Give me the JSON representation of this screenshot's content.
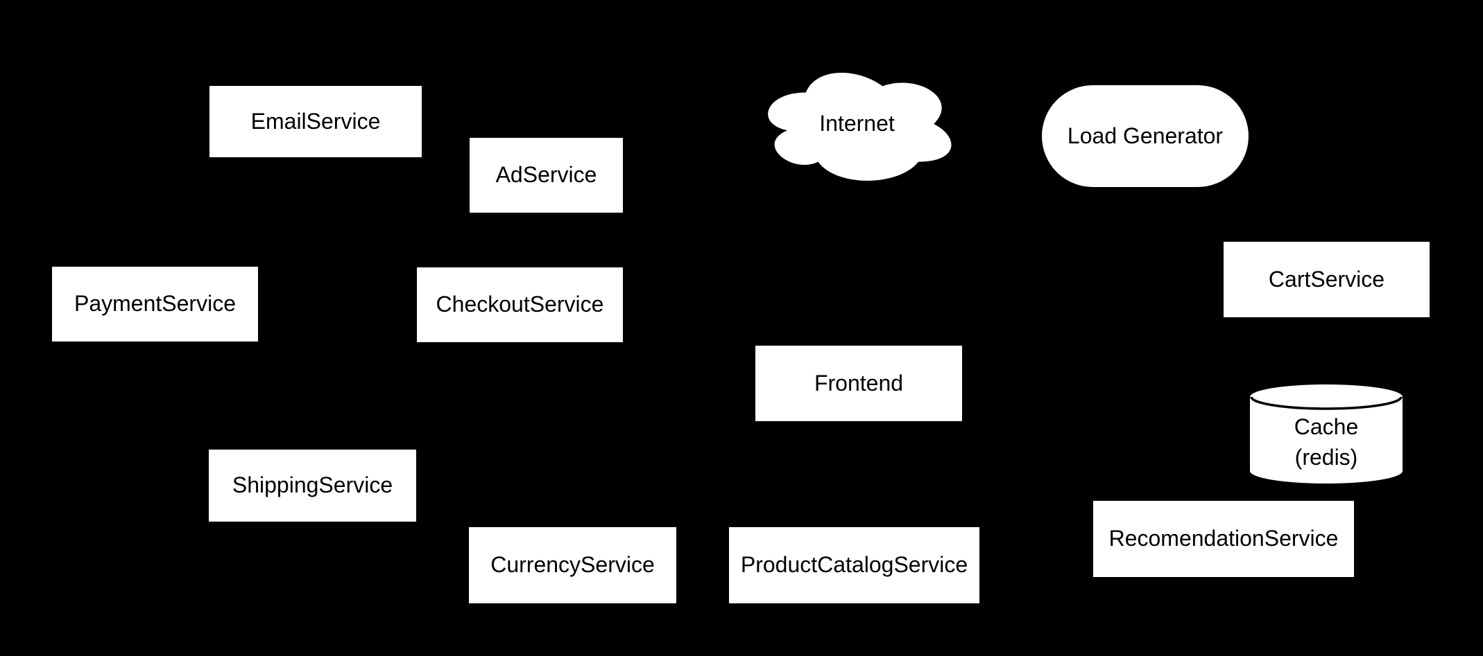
{
  "diagram": {
    "description": "Microservices architecture diagram",
    "colors": {
      "background": "#000000",
      "node_fill": "#ffffff",
      "node_text": "#000000",
      "cylinder_stroke": "#000000"
    },
    "nodes": {
      "email": {
        "label": "EmailService",
        "shape": "rectangle"
      },
      "ad": {
        "label": "AdService",
        "shape": "rectangle"
      },
      "internet": {
        "label": "Internet",
        "shape": "cloud"
      },
      "load_generator": {
        "label": "Load Generator",
        "shape": "stadium"
      },
      "payment": {
        "label": "PaymentService",
        "shape": "rectangle"
      },
      "checkout": {
        "label": "CheckoutService",
        "shape": "rectangle"
      },
      "cart": {
        "label": "CartService",
        "shape": "rectangle"
      },
      "frontend": {
        "label": "Frontend",
        "shape": "rectangle"
      },
      "cache": {
        "label_line1": "Cache",
        "label_line2": "(redis)",
        "shape": "cylinder"
      },
      "shipping": {
        "label": "ShippingService",
        "shape": "rectangle"
      },
      "currency": {
        "label": "CurrencyService",
        "shape": "rectangle"
      },
      "product_catalog": {
        "label": "ProductCatalogService",
        "shape": "rectangle"
      },
      "recommendation": {
        "label": "RecomendationService",
        "shape": "rectangle"
      }
    }
  }
}
